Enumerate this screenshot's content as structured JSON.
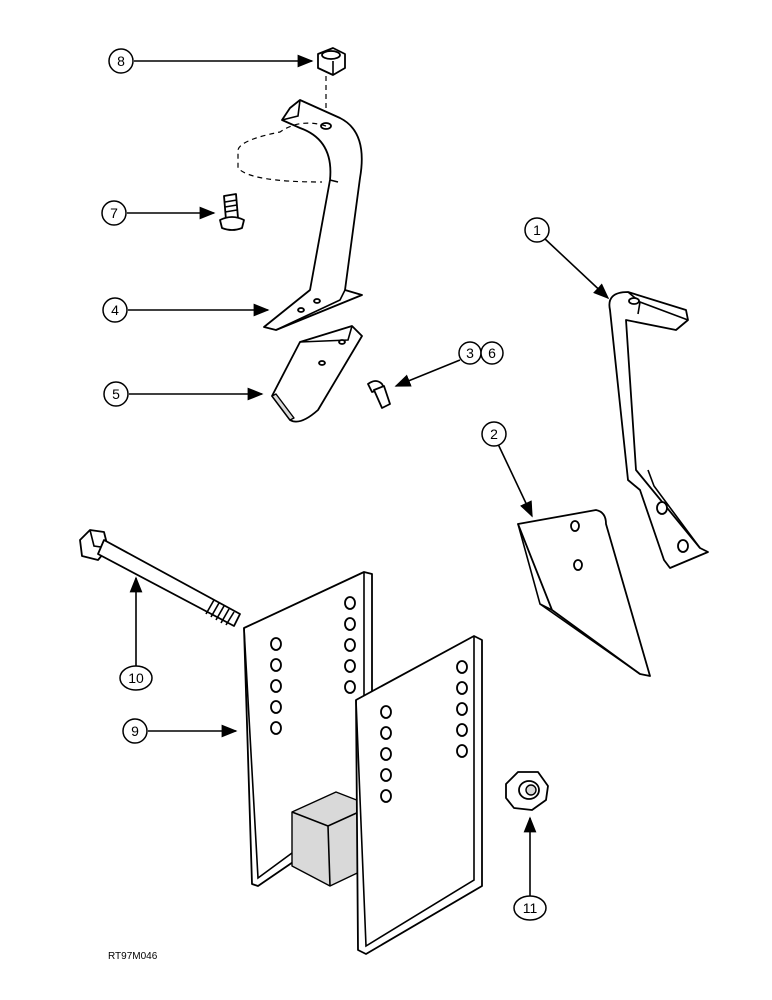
{
  "callouts": {
    "c1": "1",
    "c2": "2",
    "c3": "3",
    "c6": "6",
    "c4": "4",
    "c5": "5",
    "c7": "7",
    "c8": "8",
    "c9": "9",
    "c10": "10",
    "c11": "11"
  },
  "figure_code": "RT97M046"
}
